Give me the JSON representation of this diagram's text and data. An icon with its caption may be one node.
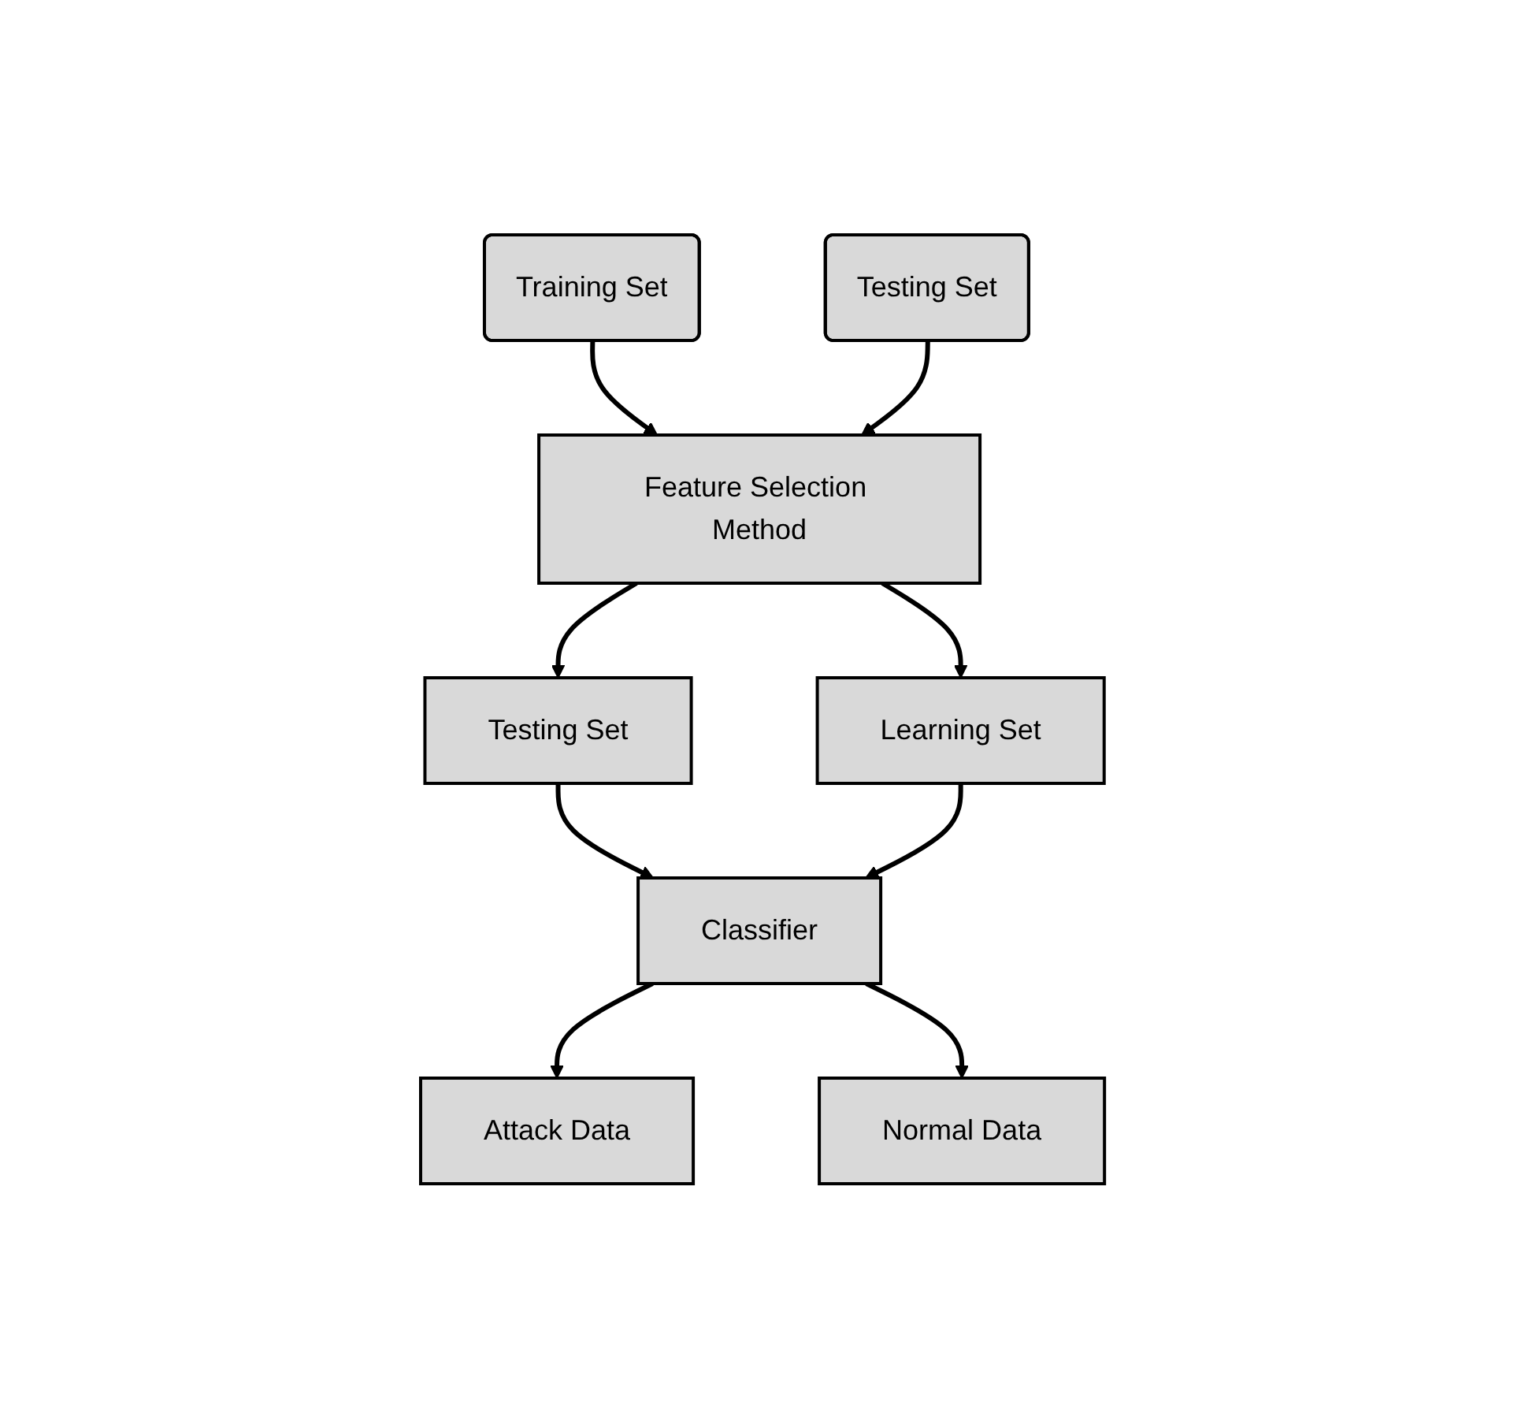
{
  "diagram": {
    "nodes": [
      {
        "text": [
          "Training Set"
        ]
      },
      {
        "text": [
          "Testing Set"
        ]
      },
      {
        "text": [
          "Feature Selection Method"
        ]
      },
      {
        "text": [
          "Testing Set"
        ]
      },
      {
        "text": [
          "Learning Set"
        ]
      },
      {
        "text": [
          "Classifier"
        ]
      },
      {
        "text": [
          "Attack Data"
        ]
      },
      {
        "text": [
          "Normal Data"
        ]
      }
    ],
    "edges": [
      {
        "from": 0,
        "to": 2,
        "arrow": "to"
      },
      {
        "from": 1,
        "to": 2,
        "arrow": "to"
      },
      {
        "from": 2,
        "to": 3,
        "arrow": "to"
      },
      {
        "from": 2,
        "to": 4,
        "arrow": "to"
      },
      {
        "from": 3,
        "to": 5,
        "arrow": "to"
      },
      {
        "from": 4,
        "to": 5,
        "arrow": "to"
      },
      {
        "from": 5,
        "to": 6,
        "arrow": "to"
      },
      {
        "from": 5,
        "to": 7,
        "arrow": "to"
      }
    ]
  }
}
